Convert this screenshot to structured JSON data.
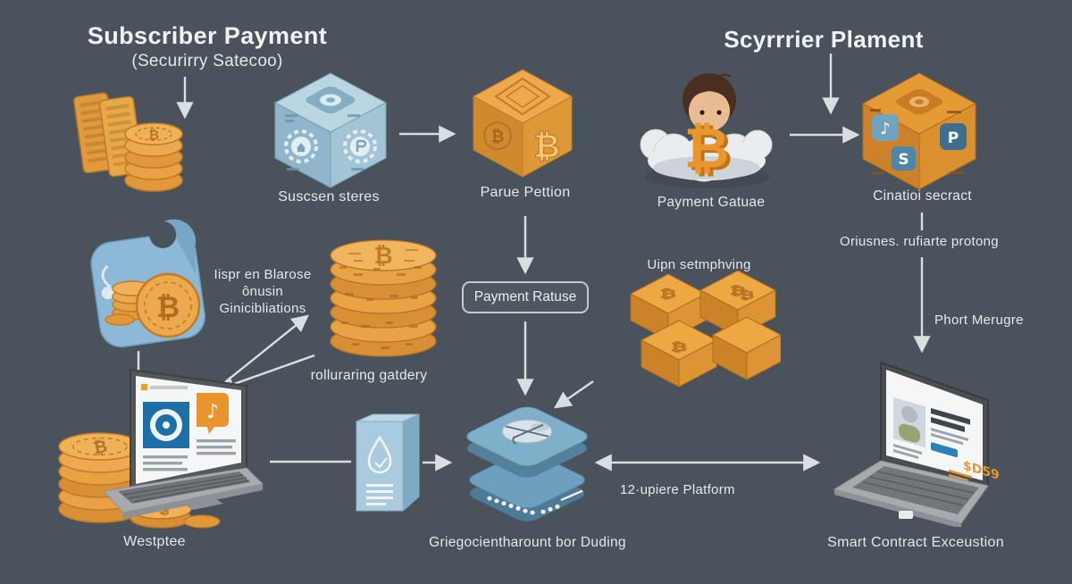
{
  "diagram": {
    "title_left": "Subscriber Payment",
    "title_left_sub": "(Securirry Satecoo)",
    "title_right": "Scyrrrier Plament",
    "labels": {
      "suscsen": "Suscsen steres",
      "parue": "Parue Pettion",
      "gatuae": "Payment Gatuae",
      "cination": "Cinatioi secract",
      "wallet_line1": "Iispr en Blarose",
      "wallet_line2": "ônusin",
      "wallet_line3": "Ginicibliations",
      "rolluraring": "rolluraring gatdery",
      "ratuse_button": "Payment Ratuse",
      "uipn": "Uipn setmphving",
      "oriusnes": "Oriusnes. rufiarte protong",
      "phort": "Phort Merugre",
      "westptee": "Westptee",
      "griego": "Griegocientharount bor Duding",
      "platform12": "12·upiere Platform",
      "smart": "Smart Contract Exceustion"
    },
    "icons": {
      "bitcoin": "₿",
      "music_note": "♪",
      "letter_s": "S",
      "letter_p": "P"
    },
    "colors": {
      "background": "#4a535b",
      "text": "#e7ebed",
      "orange": "#e29a3d",
      "orange_dark": "#bd7a28",
      "blue_light": "#a9c9db",
      "blue_mid": "#7fa9c2",
      "platform_blue": "#6f9fba",
      "arrow": "#d9dee1",
      "cloud_white": "#e9edf0"
    }
  }
}
